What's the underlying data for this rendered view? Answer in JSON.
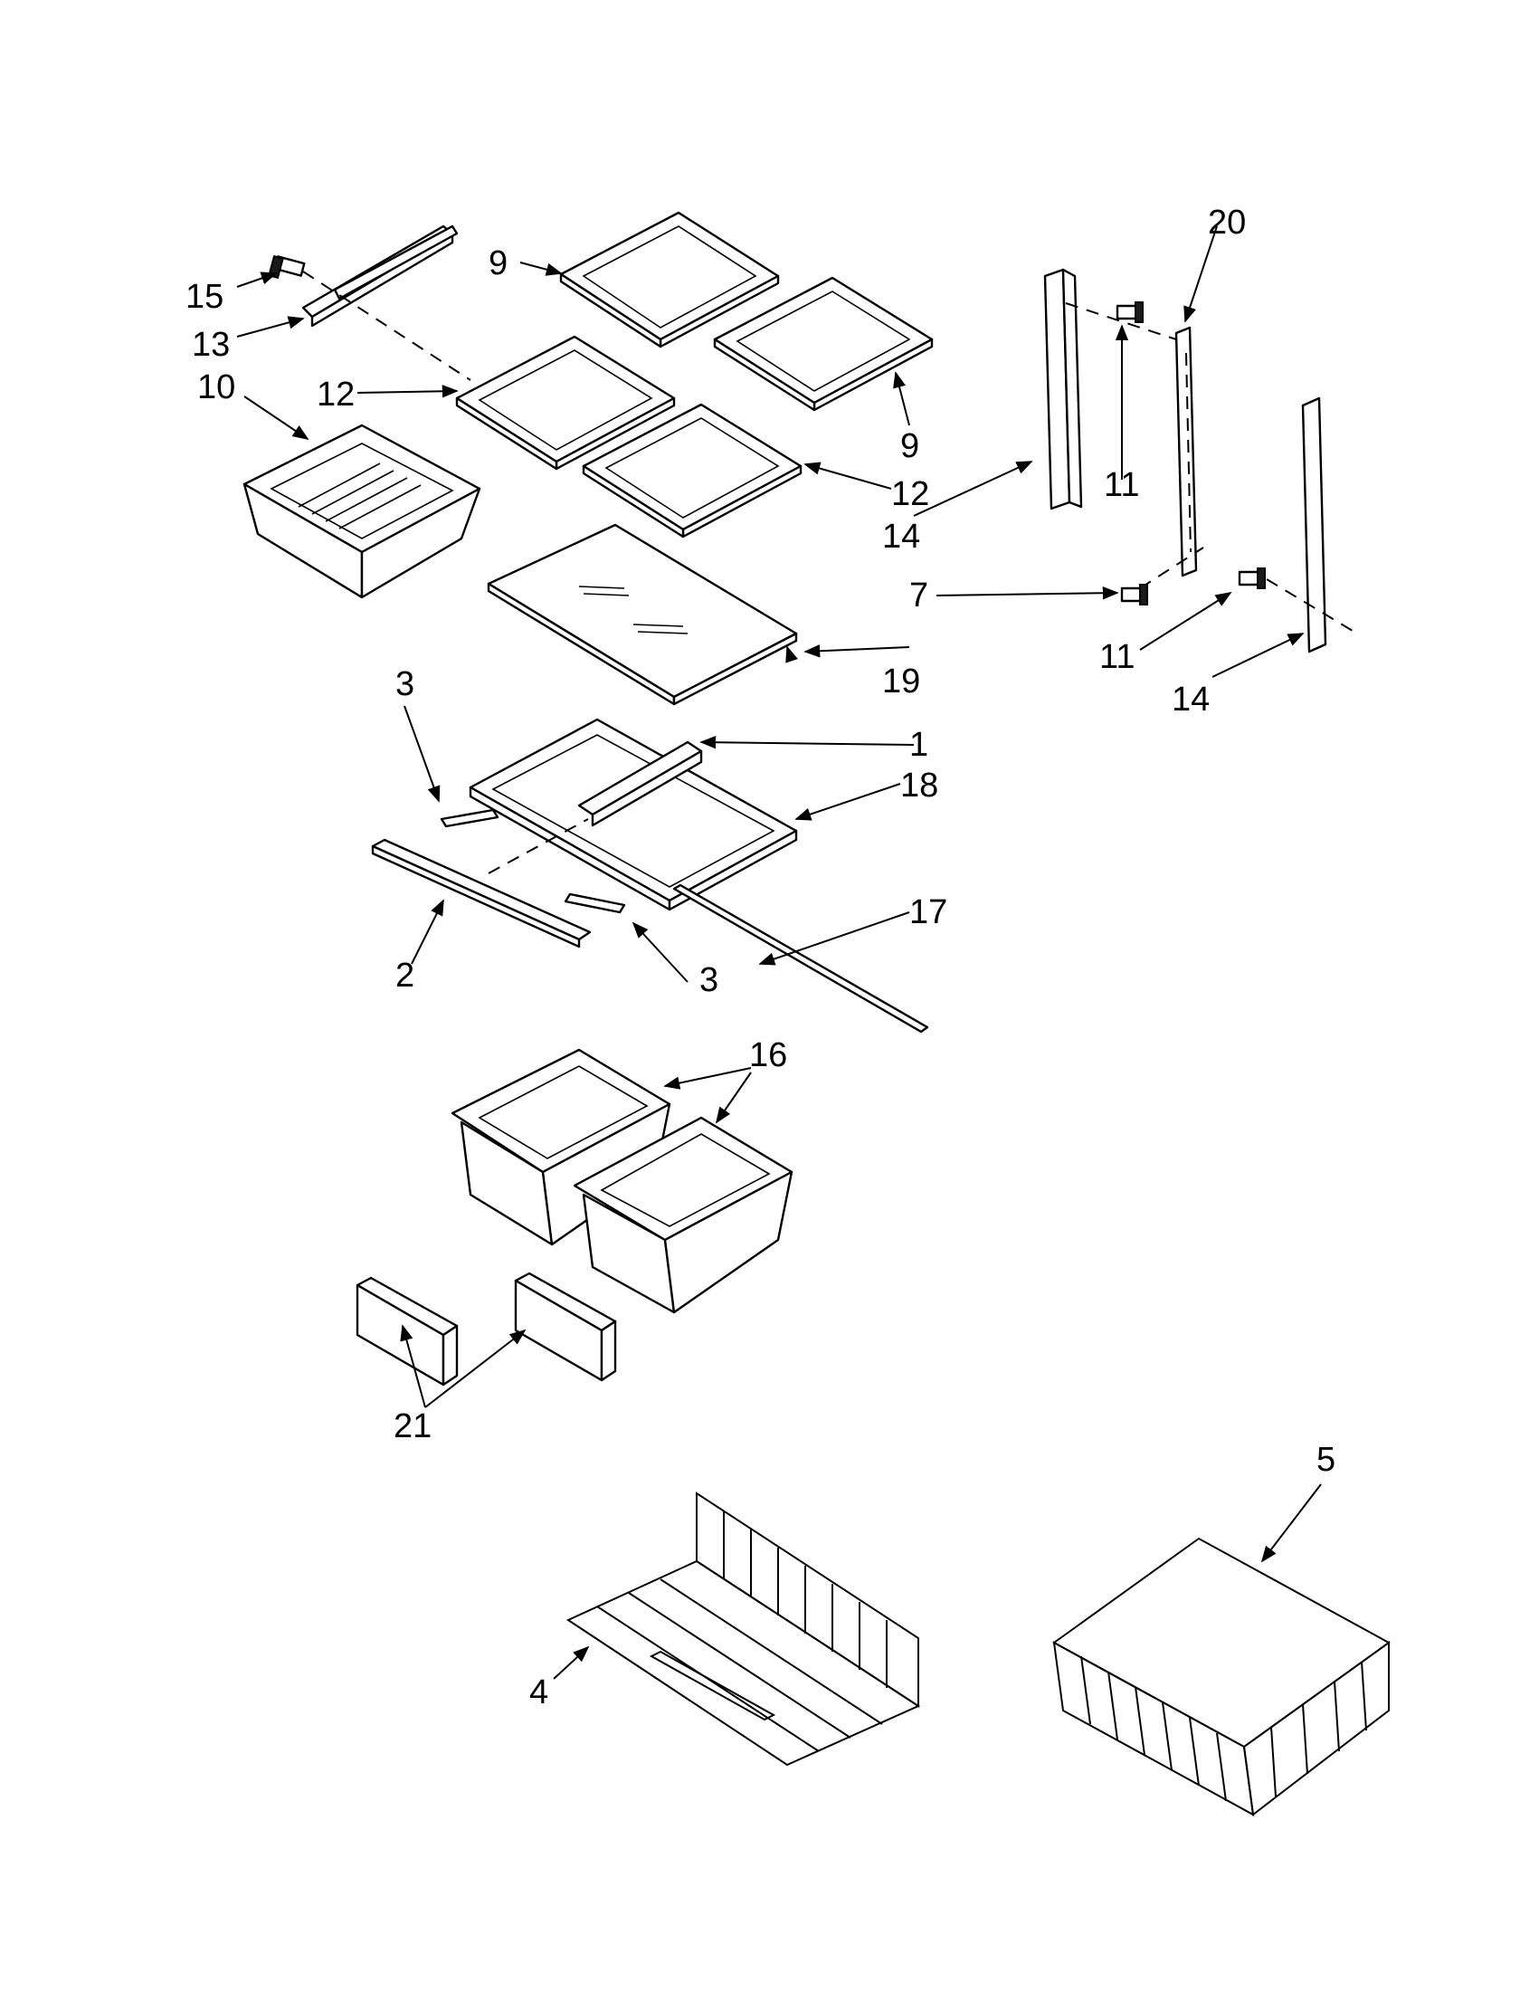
{
  "callouts": {
    "c1": "1",
    "c2": "2",
    "c3a": "3",
    "c3b": "3",
    "c4": "4",
    "c5": "5",
    "c7": "7",
    "c9a": "9",
    "c9b": "9",
    "c10": "10",
    "c11a": "11",
    "c11b": "11",
    "c12a": "12",
    "c12b": "12",
    "c13": "13",
    "c14a": "14",
    "c14b": "14",
    "c15": "15",
    "c16": "16",
    "c17": "17",
    "c18": "18",
    "c19": "19",
    "c20": "20",
    "c21": "21"
  },
  "colors": {
    "ink": "#000000",
    "paper": "#ffffff"
  }
}
